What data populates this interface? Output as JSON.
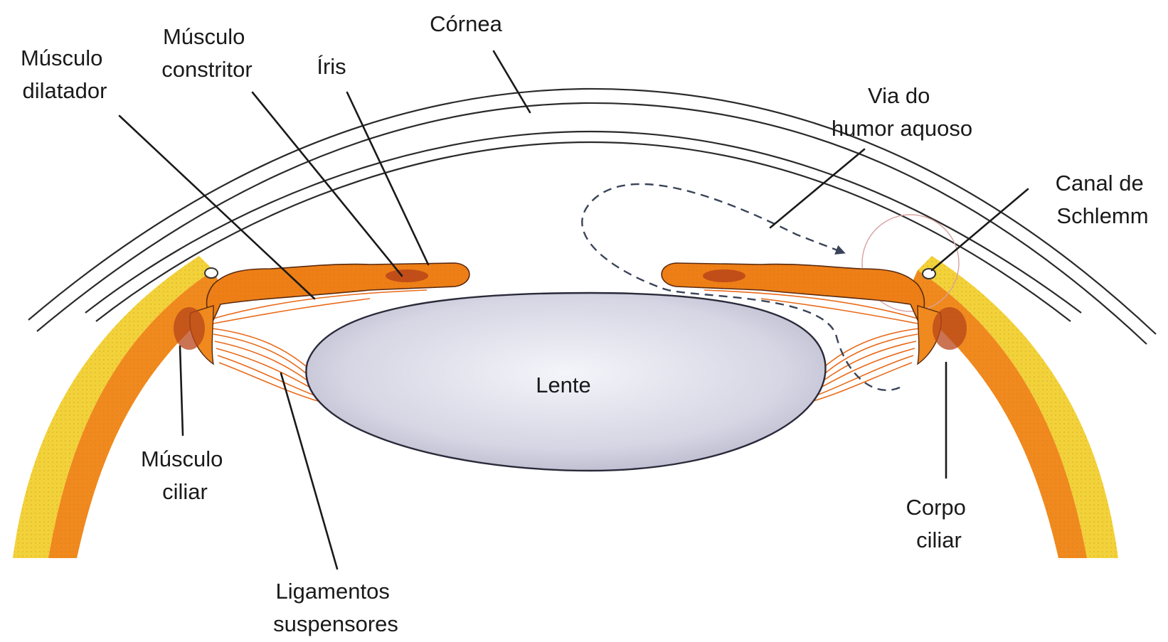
{
  "labels": {
    "musculo_dilatador": [
      "Músculo",
      "dilatador"
    ],
    "musculo_constritor": [
      "Músculo",
      "constritor"
    ],
    "iris": "Íris",
    "cornea": "Córnea",
    "via_humor_aquoso": [
      "Via do",
      "humor aquoso"
    ],
    "canal_schlemm": [
      "Canal de",
      "Schlemm"
    ],
    "lente": "Lente",
    "musculo_ciliar": [
      "Músculo",
      "ciliar"
    ],
    "ligamentos_suspensores": [
      "Ligamentos",
      "suspensores"
    ],
    "corpo_ciliar": [
      "Corpo",
      "ciliar"
    ]
  },
  "colors": {
    "sclera_yellow": "#f2d23a",
    "sclera_orange": "#f08a1e",
    "iris_orange": "#ee7f16",
    "iris_dark": "#b8451a",
    "lens_fill": "#dcdce8",
    "lens_edge": "#2a2a3a",
    "ligament": "#e86a1a",
    "line": "#1a1a1a",
    "flow_dash": "#3a4458"
  }
}
